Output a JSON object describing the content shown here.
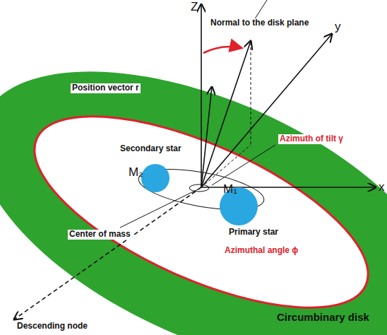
{
  "diagram": {
    "labels": [
      "Z",
      "Normal to the disk plane",
      "y",
      "Position vector r",
      "Secondary star",
      "M₂",
      "Azimuth of tilt γ",
      "x",
      "M₁",
      "Primary star",
      "Center of mass",
      "Azimuthal angle ϕ",
      "Circumbinary disk",
      "Descending node"
    ]
  }
}
